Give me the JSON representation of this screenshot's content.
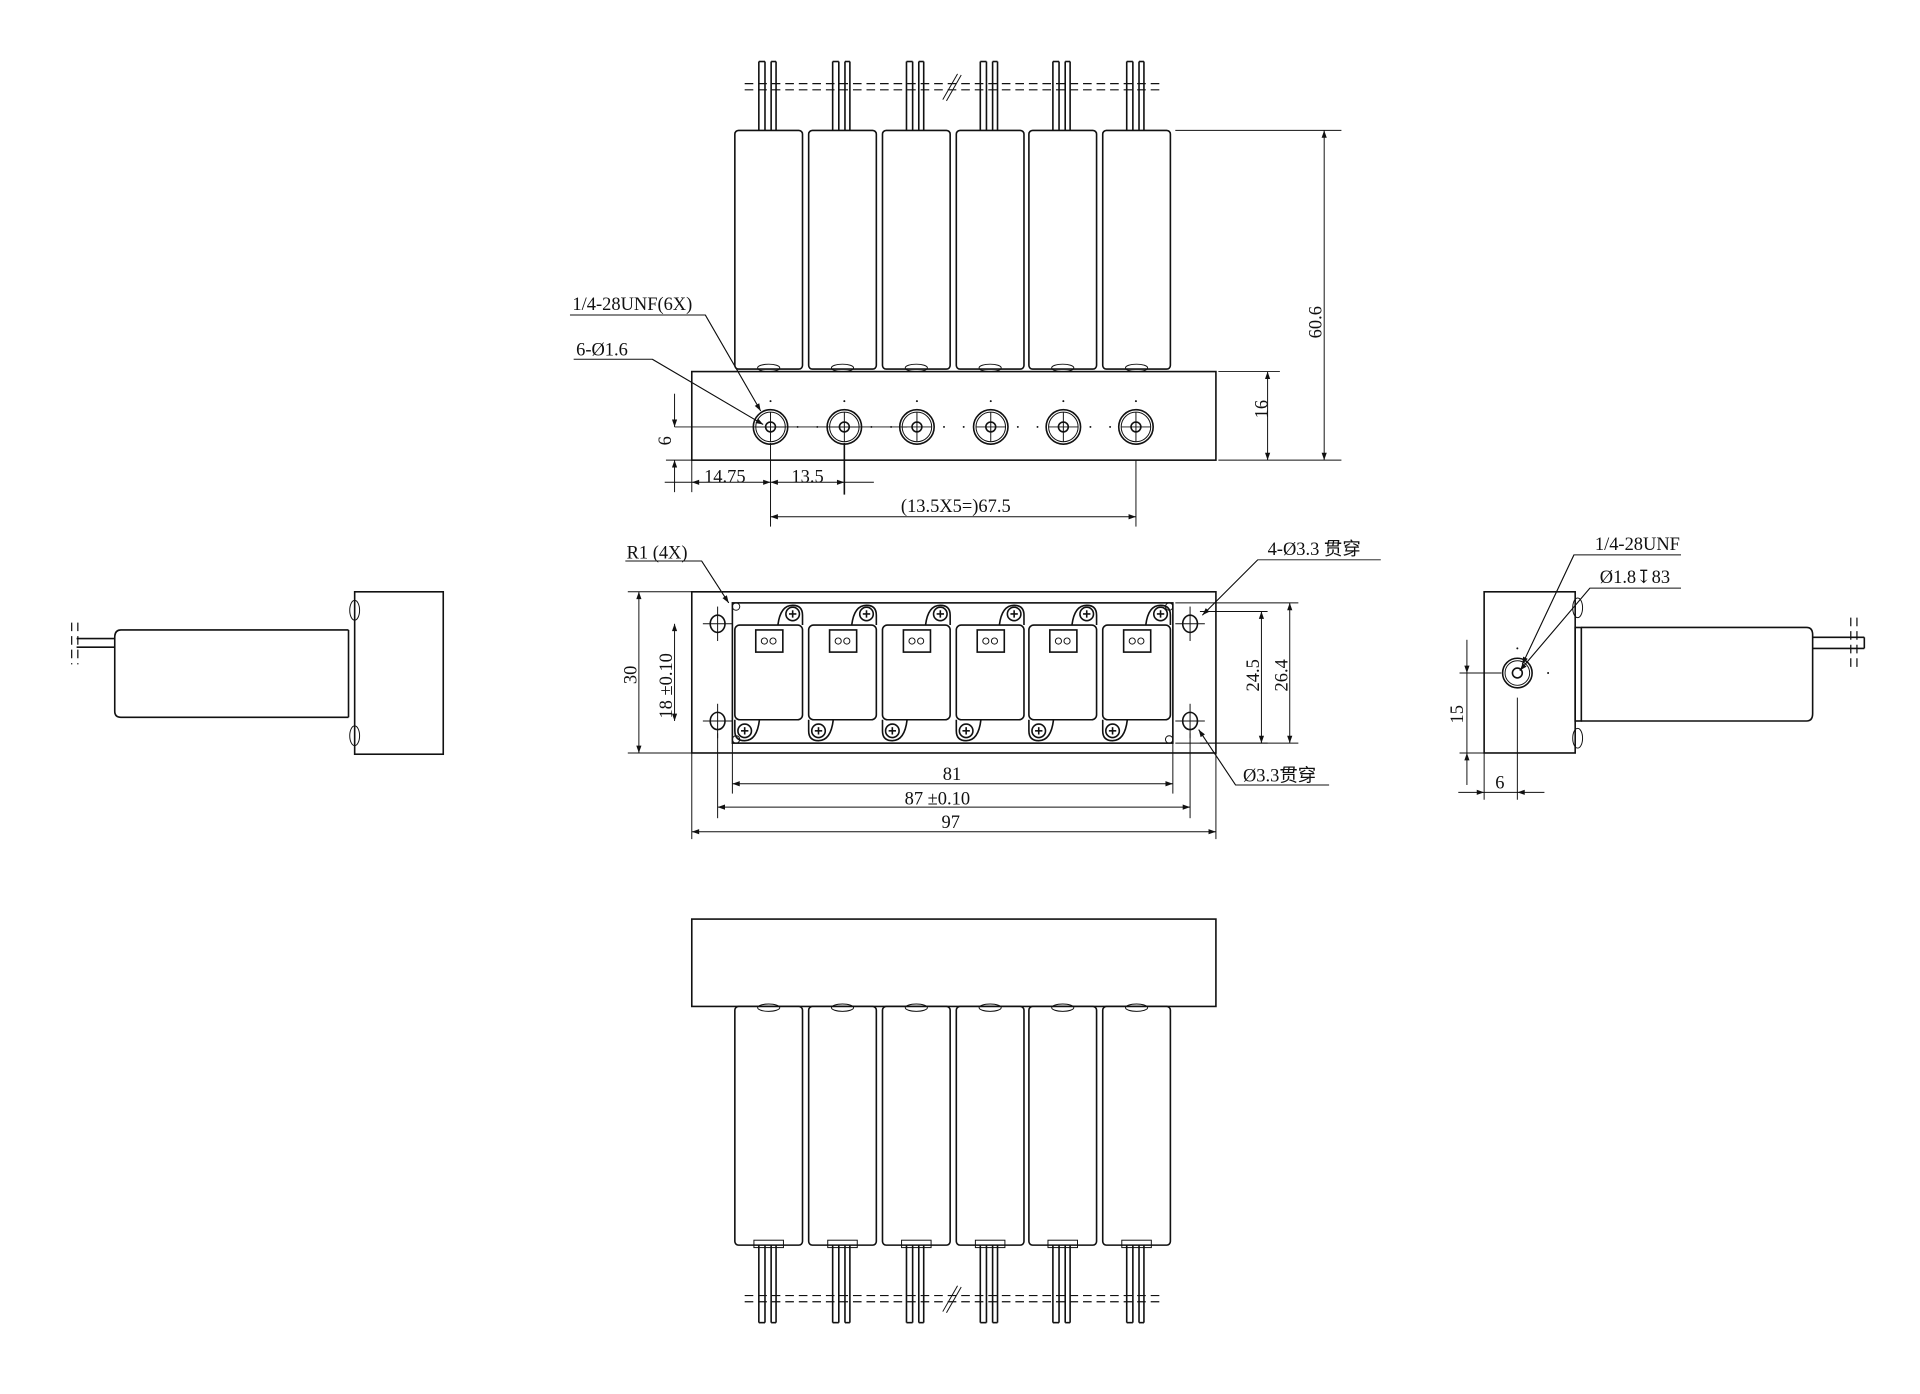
{
  "drawing": {
    "colors": {
      "line": "#111111",
      "background": "#ffffff"
    },
    "front_view": {
      "thread_callout": "1/4-28UNF(6X)",
      "hole_callout": "6-Ø1.6",
      "dim_hole_height": "6",
      "dim_first_offset": "14.75",
      "dim_pitch": "13.5",
      "dim_total_pitch": "(13.5X5=)67.5",
      "dim_block_height": "16",
      "dim_total_height": "60.6"
    },
    "top_view": {
      "radius_callout": "R1 (4X)",
      "mount_holes_callout": "4-Ø3.3 贯穿",
      "mount_hole_callout": "Ø3.3贯穿",
      "dim_width": "30",
      "dim_hole_spacing_y": "18 ±0.10",
      "dim_inner_a": "24.5",
      "dim_inner_b": "26.4",
      "dim_inner_length": "81",
      "dim_hole_spacing_x": "87 ±0.10",
      "dim_length": "97"
    },
    "side_view": {
      "thread_callout": "1/4-28UNF",
      "hole_callout": "Ø1.8↧83",
      "dim_hole_height": "15",
      "dim_hole_offset": "6"
    }
  }
}
